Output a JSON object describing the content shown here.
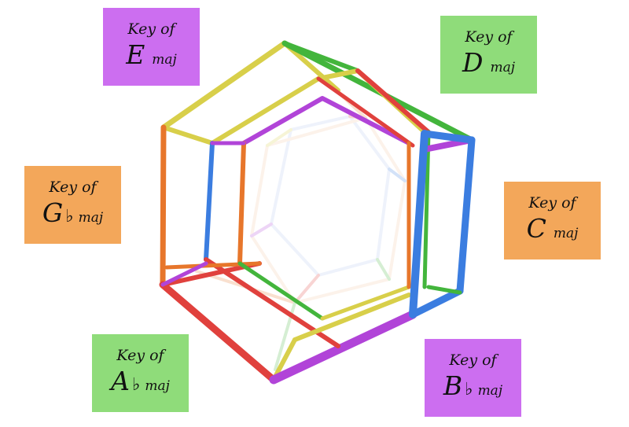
{
  "colors": {
    "green": "#8fdc7a",
    "purple": "#cc6ef0",
    "orange": "#f3a75a",
    "edge_red": "#e0413d",
    "edge_orange": "#e7762b",
    "edge_yellow": "#d8cf4a",
    "edge_green": "#43b53c",
    "edge_blue": "#3b7de0",
    "edge_purple": "#b144d8"
  },
  "keys": [
    {
      "id": "e",
      "line1": "Key of",
      "root": "E",
      "accidental": "",
      "mode": "maj",
      "color": "#cc6ef0"
    },
    {
      "id": "d",
      "line1": "Key of",
      "root": "D",
      "accidental": "",
      "mode": "maj",
      "color": "#8fdc7a"
    },
    {
      "id": "gb",
      "line1": "Key of",
      "root": "G",
      "accidental": "♭",
      "mode": "maj",
      "color": "#f3a75a"
    },
    {
      "id": "c",
      "line1": "Key of",
      "root": "C",
      "accidental": "",
      "mode": "maj",
      "color": "#f3a75a"
    },
    {
      "id": "ab",
      "line1": "Key of",
      "root": "A",
      "accidental": "♭",
      "mode": "maj",
      "color": "#8fdc7a"
    },
    {
      "id": "bb",
      "line1": "Key of",
      "root": "B",
      "accidental": "♭",
      "mode": "maj",
      "color": "#cc6ef0"
    }
  ]
}
